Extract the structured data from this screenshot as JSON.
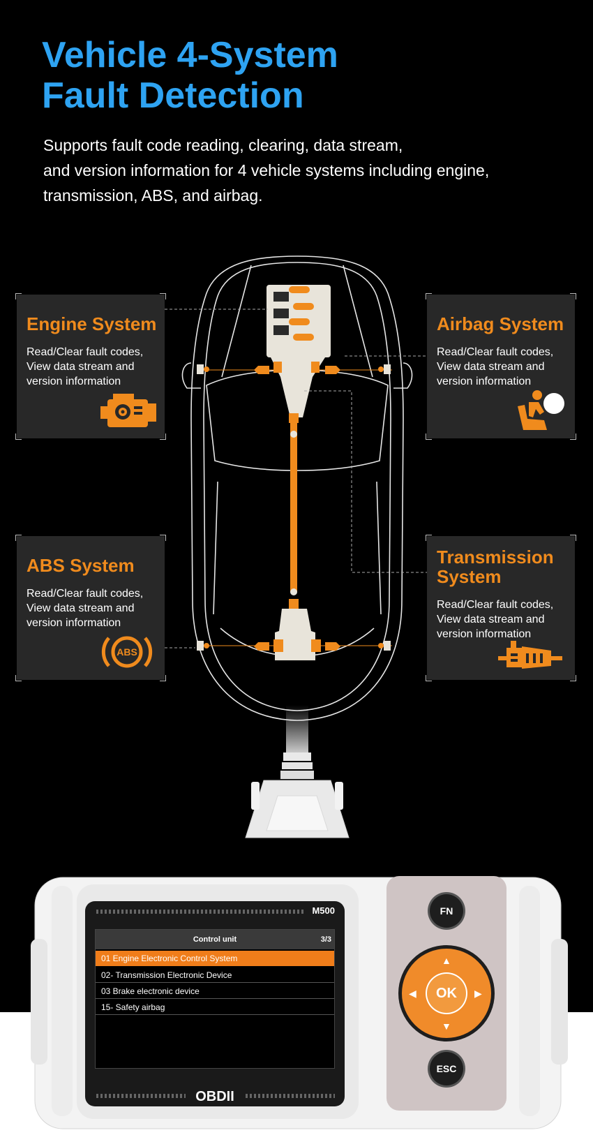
{
  "headline": {
    "line1": "Vehicle 4-System",
    "line2": "Fault Detection"
  },
  "intro": {
    "line1": "Supports fault code reading, clearing, data stream,",
    "line2": "and version information for 4 vehicle systems including engine,",
    "line3": "transmission, ABS, and airbag."
  },
  "cards": {
    "engine": {
      "title": "Engine System",
      "desc1": "Read/Clear fault codes,",
      "desc2": "View data stream and",
      "desc3": "version information",
      "icon": "engine-icon"
    },
    "airbag": {
      "title": "Airbag System",
      "desc1": "Read/Clear fault codes,",
      "desc2": "View data stream and",
      "desc3": "version information",
      "icon": "airbag-icon"
    },
    "abs": {
      "title": "ABS System",
      "desc1": "Read/Clear fault codes,",
      "desc2": "View data stream and",
      "desc3": "version information",
      "icon": "abs-icon",
      "icon_text": "ABS"
    },
    "transmission": {
      "title_line1": "Transmission",
      "title_line2": "System",
      "desc1": "Read/Clear fault codes,",
      "desc2": "View data stream and",
      "desc3": "version information",
      "icon": "transmission-icon"
    }
  },
  "device": {
    "model": "M500",
    "brand": "OBDII",
    "screen": {
      "header_title": "Control unit",
      "page": "3/3",
      "rows": [
        "01 Engine Electronic Control System",
        "02- Transmission Electronic Device",
        "03 Brake electronic device",
        "15- Safety airbag"
      ],
      "selected_index": 0
    },
    "keys": {
      "fn": "FN",
      "ok": "OK",
      "esc": "ESC"
    }
  },
  "colors": {
    "accent_blue": "#2ea3f2",
    "accent_orange": "#f08b1d",
    "card_bg": "#282828"
  }
}
